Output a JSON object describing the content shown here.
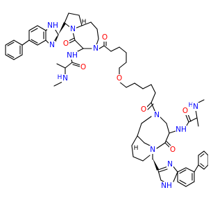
{
  "colors": {
    "nitrogen": "#0000ff",
    "oxygen": "#ff0000",
    "carbon": "#000000"
  },
  "labels": {
    "top": {
      "benzimidazole_nh": "NH",
      "benzimidazole_n": "N",
      "ring_n_fused": "N",
      "ring_n_acyl": "N",
      "lactam_o": "O",
      "amide_o": "O",
      "linker_c_o": "O",
      "amide_nh": "NH",
      "amine_h": "H",
      "amine_n": "N"
    },
    "ether_o": "O",
    "bottom": {
      "linker_c_o": "O",
      "ring_n_acyl": "N",
      "amide_nh": "NH",
      "amide_o": "O",
      "amine_h": "H",
      "amine_n": "N",
      "lactam_o": "O",
      "ring_n_fused": "N",
      "benzimidazole_n": "N",
      "benzimidazole_nh": "NH"
    }
  }
}
